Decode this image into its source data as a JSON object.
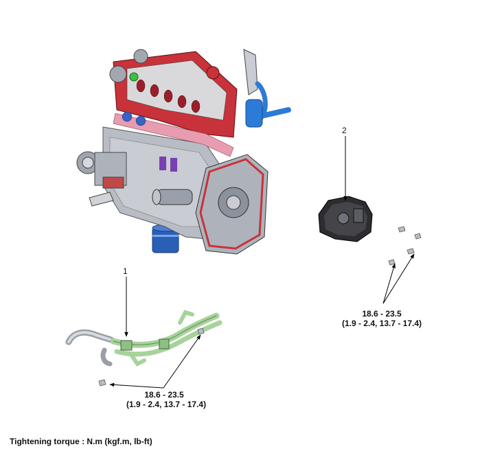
{
  "callouts": {
    "part1": "1",
    "part2": "2"
  },
  "torques": {
    "pipe": {
      "nm": "18.6 - 23.5",
      "alt": "(1.9 - 2.4, 13.7 - 17.4)"
    },
    "housing": {
      "nm": "18.6 - 23.5",
      "alt": "(1.9 - 2.4, 13.7 - 17.4)"
    }
  },
  "footer": "Tightening torque : N.m (kgf.m, lb-ft)",
  "colors": {
    "engine_gray": "#b8bcc4",
    "head_red": "#c8323a",
    "gasket_pink": "#e89cb0",
    "coolant_pipe_green": "#a6d39a",
    "hose_blue": "#2c7bd6",
    "oil_filter_blue": "#2a5fb8"
  }
}
